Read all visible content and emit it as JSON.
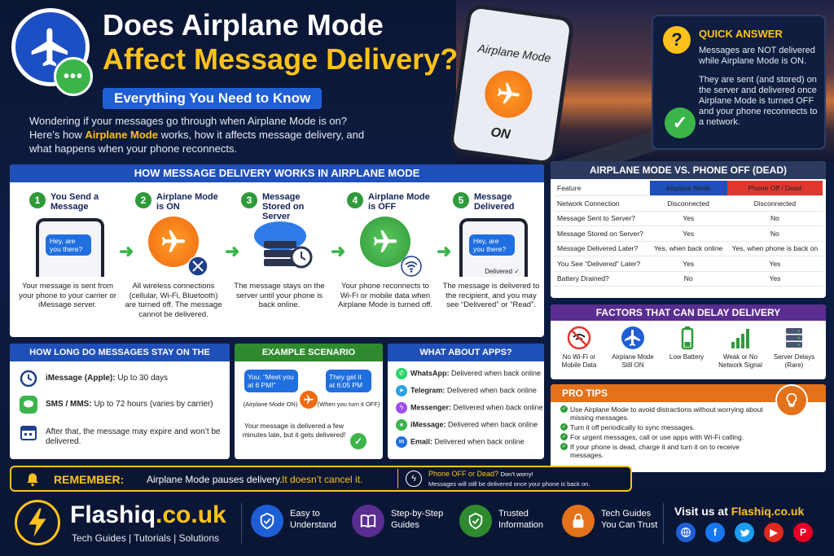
{
  "header": {
    "title_line1": "Does Airplane Mode",
    "title_line2": "Affect Message Delivery?",
    "subtitle": "Everything You Need to Know",
    "intro_part1": "Wondering if your messages go through when Airplane Mode is on? Here’s how ",
    "intro_highlight": "Airplane Mode",
    "intro_part2": " works, how it affects message delivery, and what happens when your phone reconnects."
  },
  "phone": {
    "label": "Airplane Mode",
    "status": "ON"
  },
  "quick_answer": {
    "title": "QUICK ANSWER",
    "text1": "Messages are NOT delivered while Airplane Mode is ON.",
    "text2": "They are sent (and stored) on the server and delivered once Airplane Mode is turned OFF and your phone reconnects to a network."
  },
  "steps": {
    "heading": "HOW MESSAGE DELIVERY WORKS IN AIRPLANE MODE",
    "items": [
      {
        "num": "1",
        "title": "You Send a Message",
        "bubble": "Hey, are you there?",
        "desc": "Your message is sent from your phone to your carrier or iMessage server."
      },
      {
        "num": "2",
        "title": "Airplane Mode is ON",
        "desc": "All wireless connections (cellular, Wi-Fi, Bluetooth) are turned off. The message cannot be delivered."
      },
      {
        "num": "3",
        "title": "Message Stored on Server",
        "desc": "The message stays on the server until your phone is back online."
      },
      {
        "num": "4",
        "title": "Airplane Mode is OFF",
        "desc": "Your phone reconnects to Wi-Fi or mobile data when Airplane Mode is turned off."
      },
      {
        "num": "5",
        "title": "Message Delivered",
        "bubble": "Hey, are you there?",
        "delivered": "Delivered ✓",
        "desc": "The message is delivered to the recipient, and you may see “Delivered” or “Read”."
      }
    ]
  },
  "comparison": {
    "heading": "AIRPLANE MODE VS. PHONE OFF (DEAD)",
    "columns": [
      "Feature",
      "Airplane Mode",
      "Phone Off / Dead"
    ],
    "rows": [
      [
        "Network Connection",
        "Disconnected",
        "Disconnected"
      ],
      [
        "Message Sent to Server?",
        "Yes",
        "No"
      ],
      [
        "Message Stored on Server?",
        "Yes",
        "No"
      ],
      [
        "Message Delivered Later?",
        "Yes, when back online",
        "Yes, when phone is back on"
      ],
      [
        "You See “Delivered” Later?",
        "Yes",
        "Yes"
      ],
      [
        "Battery Drained?",
        "No",
        "Yes"
      ]
    ]
  },
  "factors": {
    "heading": "FACTORS THAT CAN DELAY DELIVERY",
    "items": [
      "No Wi-Fi or Mobile Data",
      "Airplane Mode Still ON",
      "Low Battery",
      "Weak or No Network Signal",
      "Server Delays (Rare)"
    ]
  },
  "tips": {
    "heading": "PRO TIPS",
    "items": [
      "Use Airplane Mode to avoid distractions without worrying about missing messages.",
      "Turn it off periodically to sync messages.",
      "For urgent messages, call or use apps with Wi-Fi calling.",
      "If your phone is dead, charge it and turn it on to receive messages."
    ]
  },
  "server": {
    "heading": "HOW LONG DO MESSAGES STAY ON THE SERVER?",
    "row1_bold": "iMessage (Apple):",
    "row1_text": " Up to 30 days",
    "row2_bold": "SMS / MMS:",
    "row2_text": " Up to 72 hours (varies by carrier)",
    "row3_text": "After that, the message may expire and won’t be delivered."
  },
  "scenario": {
    "heading": "EXAMPLE SCENARIO",
    "left_bubble": "You: “Meet you at 6 PM!”",
    "left_caption": "(Airplane Mode ON)",
    "right_bubble": "They get it at 6:05 PM",
    "right_caption": "(When you turn it OFF)",
    "result": "Your message is delivered a few minutes late, but it gets delivered!"
  },
  "apps": {
    "heading": "WHAT ABOUT APPS?",
    "items": [
      {
        "name": "WhatsApp:",
        "text": " Delivered when back online",
        "color": "#25d366"
      },
      {
        "name": "Telegram:",
        "text": " Delivered when back online",
        "color": "#2aa3e0"
      },
      {
        "name": "Messenger:",
        "text": " Delivered when back online",
        "color": "#a04cf0"
      },
      {
        "name": "iMessage:",
        "text": " Delivered when back online",
        "color": "#3bb54a"
      },
      {
        "name": "Email:",
        "text": " Delivered when back online",
        "color": "#1f6fe0"
      }
    ]
  },
  "remember": {
    "label": "REMEMBER:",
    "text": "Airplane Mode pauses delivery.",
    "highlight": "It doesn’t cancel it.",
    "side_title": "Phone OFF or Dead?",
    "side_tail": "Don’t worry!",
    "side_text": "Messages will still be delivered once your phone is back on."
  },
  "footer": {
    "brand_main": "Flashiq",
    "brand_tld": ".co.uk",
    "tagline": "Tech Guides | Tutorials | Solutions",
    "features": [
      {
        "line1": "Easy to",
        "line2": "Understand",
        "color": "#1f5fd6"
      },
      {
        "line1": "Step-by-Step",
        "line2": "Guides",
        "color": "#5a2d91"
      },
      {
        "line1": "Trusted",
        "line2": "Information",
        "color": "#2f8a2f"
      },
      {
        "line1": "Tech Guides",
        "line2": "You Can Trust",
        "color": "#e3721a"
      }
    ],
    "visit_prefix": "Visit us at ",
    "visit_site": "Flashiq.co.uk"
  },
  "colors": {
    "accent_yellow": "#ffc21a",
    "brand_blue": "#1f4fb8",
    "green": "#2f9a3a",
    "orange": "#e3721a",
    "purple": "#5a2d91",
    "red": "#e0382f"
  }
}
